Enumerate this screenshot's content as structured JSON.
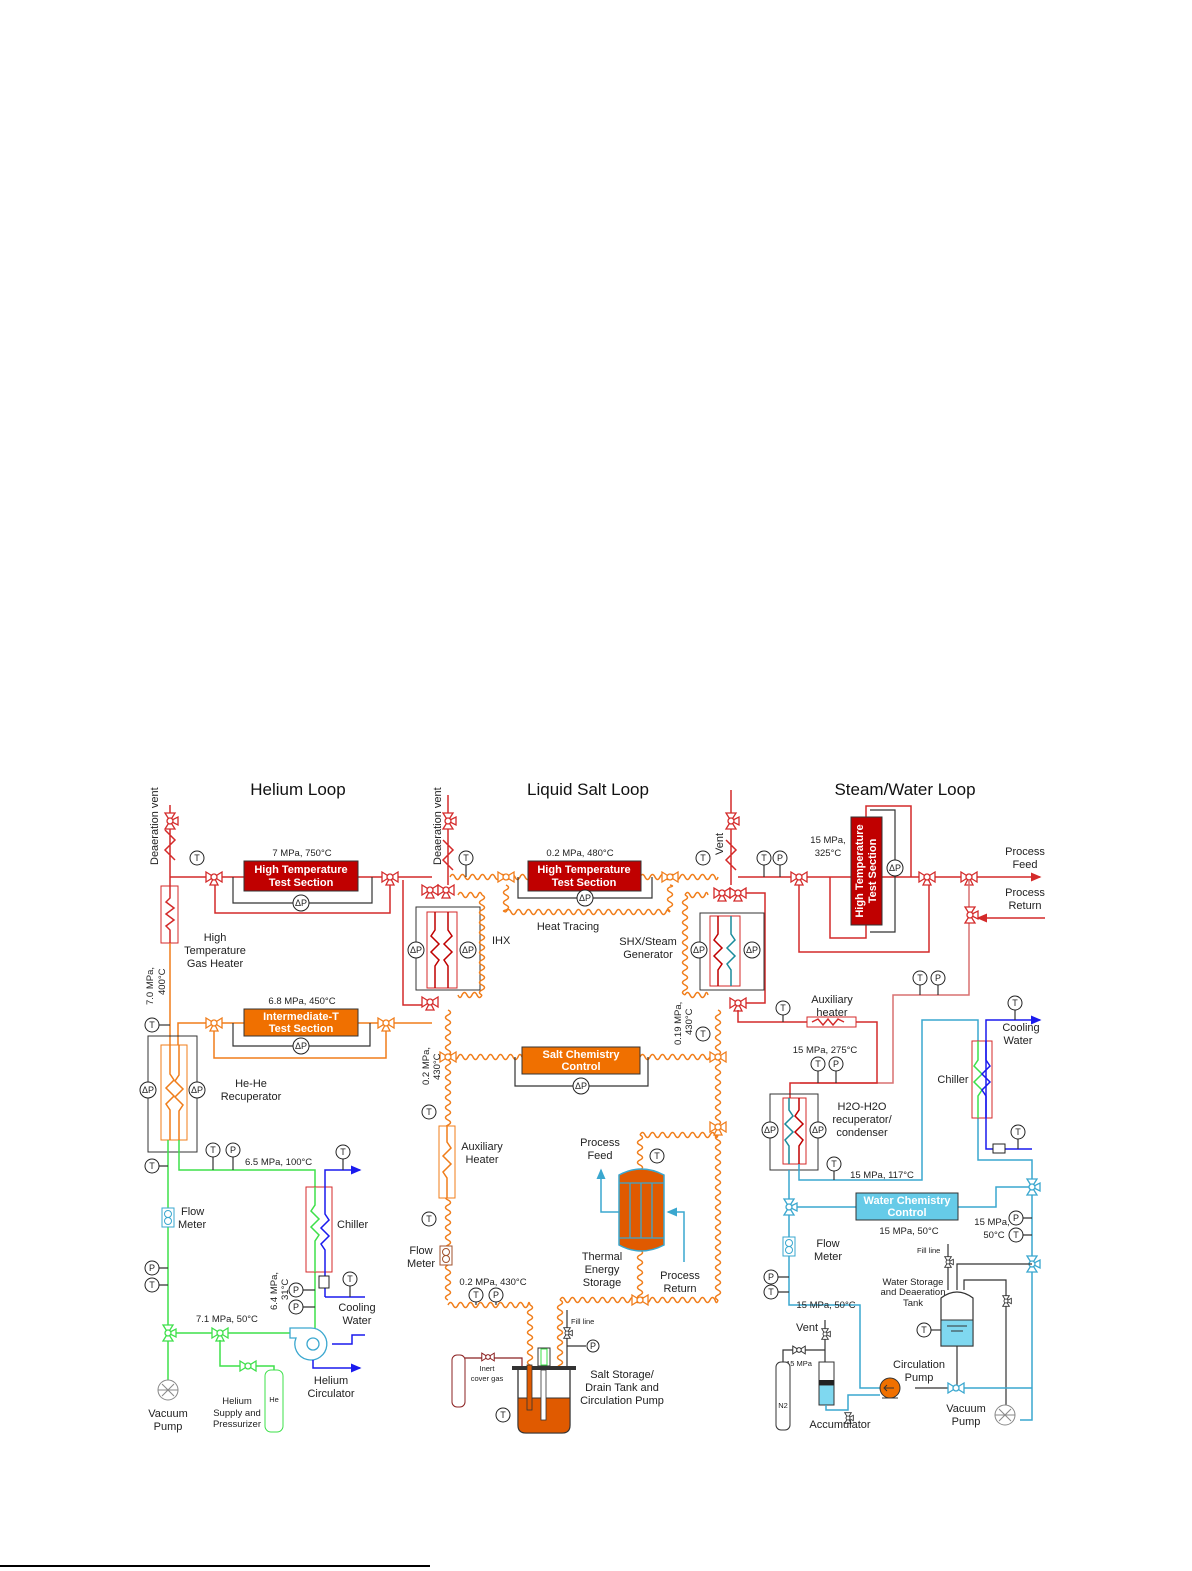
{
  "symbols": {
    "T": "T",
    "P": "P",
    "dP": "ΔP",
    "He": "He",
    "N2": "N2"
  },
  "colors": {
    "hot_red": "#d42a2a",
    "dark_red": "#c00000",
    "orange": "#f07d1a",
    "green": "#3ee04a",
    "blue": "#1a1aee",
    "cyan": "#3aa7cf",
    "light_blue": "#66cbe8"
  },
  "helium_loop": {
    "title": "Helium Loop",
    "vent": "Deaeration vent",
    "ht_section": {
      "condition": "7 MPa, 750°C",
      "label": [
        "High Temperature",
        "Test Section"
      ]
    },
    "gas_heater": [
      "High",
      "Temperature",
      "Gas Heater"
    ],
    "heater_outlet": [
      "7.0 MPa,",
      "400°C"
    ],
    "it_section": {
      "condition": "6.8 MPa, 450°C",
      "label": [
        "Intermediate-T",
        "Test Section"
      ]
    },
    "recuperator": [
      "He-He",
      "Recuperator"
    ],
    "recup_outlet": "6.5 MPa, 100°C",
    "flow_meter": [
      "Flow",
      "Meter"
    ],
    "chiller": "Chiller",
    "chiller_outlet": [
      "6.4 MPa,",
      "31°C"
    ],
    "cooling_water": [
      "Cooling",
      "Water"
    ],
    "circulator_outlet": "7.1 MPa, 50°C",
    "circulator": [
      "Helium",
      "Circulator"
    ],
    "vacuum_pump": [
      "Vacuum",
      "Pump"
    ],
    "supply": [
      "Helium",
      "Supply and",
      "Pressurizer"
    ]
  },
  "salt_loop": {
    "title": "Liquid Salt Loop",
    "vent": "Deaeration vent",
    "ht_section": {
      "condition": "0.2 MPa, 480°C",
      "label": [
        "High Temperature",
        "Test Section"
      ]
    },
    "heat_tracing": "Heat Tracing",
    "ihx": "IHX",
    "ihx_outlet": [
      "0.2 MPa,",
      "430°C"
    ],
    "shx_outlet": [
      "0.19 MPa,",
      "430°C"
    ],
    "chemistry": {
      "label": [
        "Salt Chemistry",
        "Control"
      ]
    },
    "aux_heater": [
      "Auxiliary",
      "Heater"
    ],
    "flow_meter": [
      "Flow",
      "Meter"
    ],
    "pump_outlet": "0.2 MPa, 430°C",
    "process_feed": [
      "Process",
      "Feed"
    ],
    "process_return": [
      "Process",
      "Return"
    ],
    "storage": [
      "Thermal",
      "Energy",
      "Storage"
    ],
    "fill_line": "Fill line",
    "cover_gas": [
      "Inert",
      "cover gas"
    ],
    "drain_tank": [
      "Salt Storage/",
      "Drain Tank and",
      "Circulation Pump"
    ]
  },
  "steam_loop": {
    "title": "Steam/Water Loop",
    "vent": "Vent",
    "ht_section": {
      "condition": [
        "15 MPa,",
        "325°C"
      ],
      "label": [
        "High Temperature",
        "Test Section"
      ]
    },
    "process_feed": [
      "Process",
      "Feed"
    ],
    "process_return": [
      "Process",
      "Return"
    ],
    "shx": [
      "SHX/Steam",
      "Generator"
    ],
    "aux_heater": [
      "Auxiliary",
      "heater"
    ],
    "recup_inlet": "15 MPa, 275°C",
    "recuperator": [
      "H2O-H2O",
      "recuperator/",
      "condenser"
    ],
    "recup_outlet": "15 MPa, 117°C",
    "chiller": "Chiller",
    "cooling_water": [
      "Cooling",
      "Water"
    ],
    "chemistry": {
      "label": [
        "Water Chemistry",
        "Control"
      ],
      "condition": "15 MPa, 50°C"
    },
    "right_condition": [
      "15 MPa,",
      "50°C"
    ],
    "flow_meter": [
      "Flow",
      "Meter"
    ],
    "meter_outlet": "15 MPa, 50°C",
    "fill_line": "Fill line",
    "tank": [
      "Water Storage",
      "and Deaeration",
      "Tank"
    ],
    "n2_pressure": "15 MPa",
    "accumulator": "Accumulator",
    "circ_pump": [
      "Circulation",
      "Pump"
    ],
    "vacuum_pump": [
      "Vacuum",
      "Pump"
    ]
  }
}
